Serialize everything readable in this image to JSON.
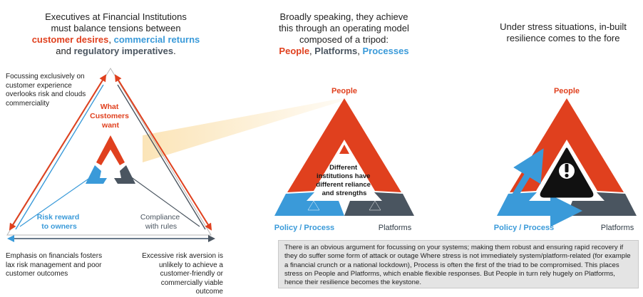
{
  "colors": {
    "red": "#e0401e",
    "blue": "#3a9ad9",
    "gray": "#4a5560",
    "dark": "#2f3b45",
    "highlight": "#fbe7c2"
  },
  "col1": {
    "heading_line1": "Executives at Financial Institutions",
    "heading_line2": "must balance tensions between",
    "term_customer": "customer desires",
    "sep_comma": ",",
    "term_commercial": "commercial returns",
    "term_and": "and",
    "term_regulatory": "regulatory imperatives",
    "term_period": ".",
    "note_top_left": "Focussing exclusively on customer experience overlooks risk and clouds commerciality",
    "note_bottom_left": "Emphasis on financials fosters lax risk management and poor customer outcomes",
    "note_bottom_right": "Excessive risk aversion is unlikely to achieve a customer-friendly or commercially viable outcome",
    "label_customers_l1": "What",
    "label_customers_l2": "Customers",
    "label_customers_l3": "want",
    "label_risk_l1": "Risk reward",
    "label_risk_l2": "to owners",
    "label_compliance_l1": "Compliance",
    "label_compliance_l2": "with rules"
  },
  "col2": {
    "heading_line1": "Broadly speaking, they achieve",
    "heading_line2": "this through an operating model",
    "heading_line3": "composed of a tripod:",
    "term_people": "People",
    "sep1": ",",
    "term_platforms": "Platforms",
    "sep2": ",",
    "term_processes": "Processes",
    "label_people": "People",
    "label_policy": "Policy / Process",
    "label_platforms": "Platforms",
    "center_l1": "Different",
    "center_l2": "institutions have",
    "center_l3": "different reliance",
    "center_l4": "and strengths"
  },
  "col3": {
    "heading_line1": "Under stress situations, in-built",
    "heading_line2": "resilience comes to the fore",
    "label_people": "People",
    "label_policy": "Policy / Process",
    "label_platforms": "Platforms",
    "warning_icon": "warning-icon"
  },
  "callout": {
    "text": "There is an obvious argument for focussing on your systems; making them robust and ensuring rapid recovery if they do suffer some form of attack or outage  Where stress is not immediately system/platform-related (for example a financial crunch or a national lockdown), Process is often the first of the triad to be compromised.  This places stress on People and Platforms, which enable flexible responses. But People in turn rely hugely on Platforms, hence their resilience becomes the keystone."
  }
}
